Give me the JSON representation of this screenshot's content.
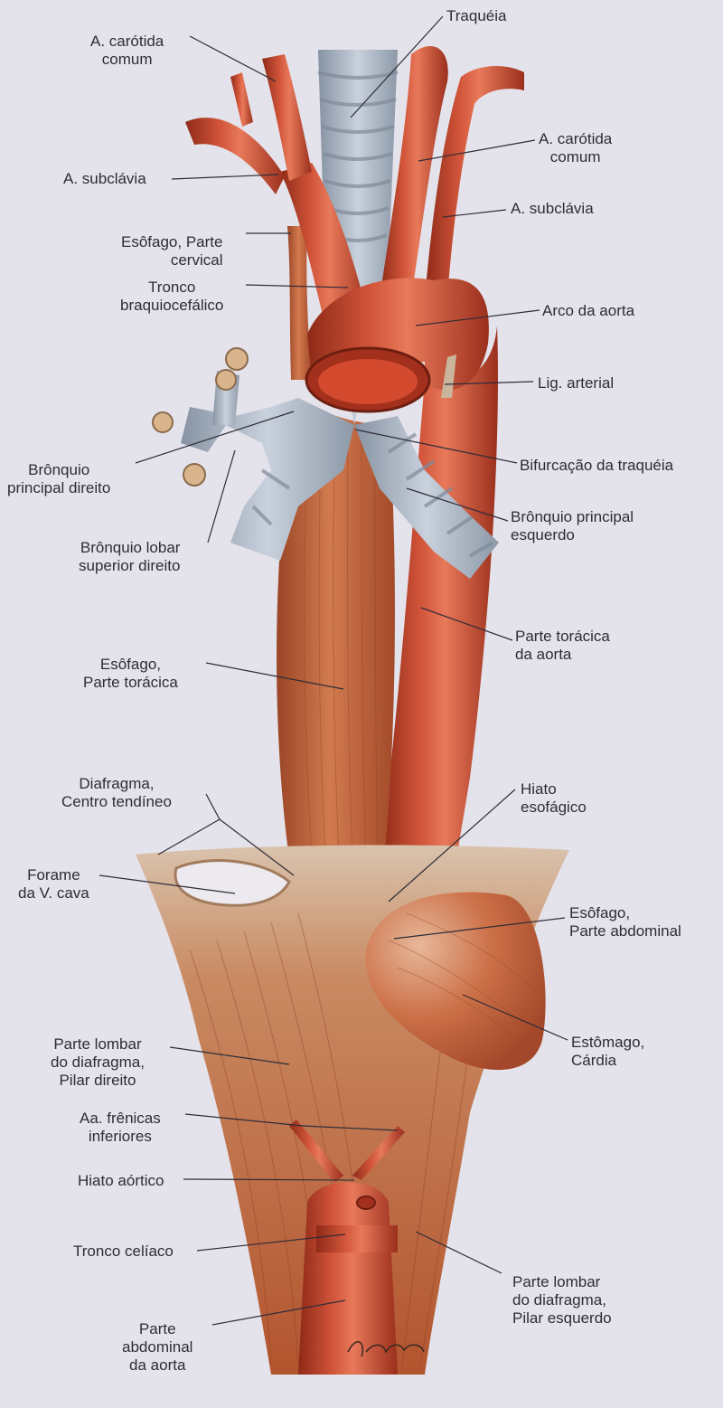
{
  "colors": {
    "background": "#e4e2ea",
    "artery": "#c8452b",
    "artery_dark": "#8e2a18",
    "artery_light": "#e8795a",
    "muscle": "#c9673f",
    "muscle_dark": "#9a4526",
    "tendon": "#d9c3ad",
    "cartilage": "#b9c3cf",
    "cartilage_dark": "#8793a3",
    "leader": "#2e2c38",
    "text": "#2e2c38"
  },
  "labels": {
    "traqueia": "Traquéia",
    "carotida_d": "A. carótida\ncomum",
    "carotida_e": "A. carótida\ncomum",
    "subclavia_d": "A. subclávia",
    "subclavia_e": "A. subclávia",
    "esofago_cervical": "Esôfago, Parte\ncervical",
    "tronco_braquiocefalico": "Tronco\nbraquiocefálico",
    "arco_aorta": "Arco da aorta",
    "lig_arterial": "Lig. arterial",
    "bronquio_direito": "Brônquio\nprincipal direito",
    "bifurcacao": "Bifurcação da traquéia",
    "bronquio_esquerdo": "Brônquio principal\nesquerdo",
    "bronquio_lobar": "Brônquio lobar\nsuperior direito",
    "aorta_toracica": "Parte torácica\nda aorta",
    "esofago_toracico": "Esôfago,\nParte torácica",
    "diafragma_centro": "Diafragma,\nCentro tendíneo",
    "hiato_esofagico": "Hiato\nesofágico",
    "forame_cava": "Forame\nda V. cava",
    "esofago_abdominal": "Esôfago,\nParte abdominal",
    "estomago": "Estômago,\nCárdia",
    "pilar_direito": "Parte lombar\ndo diafragma,\nPilar direito",
    "frenicas": "Aa. frênicas\ninferiores",
    "hiato_aortico": "Hiato aórtico",
    "tronco_celiaco": "Tronco celíaco",
    "pilar_esquerdo": "Parte lombar\ndo diafragma,\nPilar esquerdo",
    "aorta_abdominal": "Parte\nabdominal\nda aorta"
  },
  "signature": "Henke"
}
